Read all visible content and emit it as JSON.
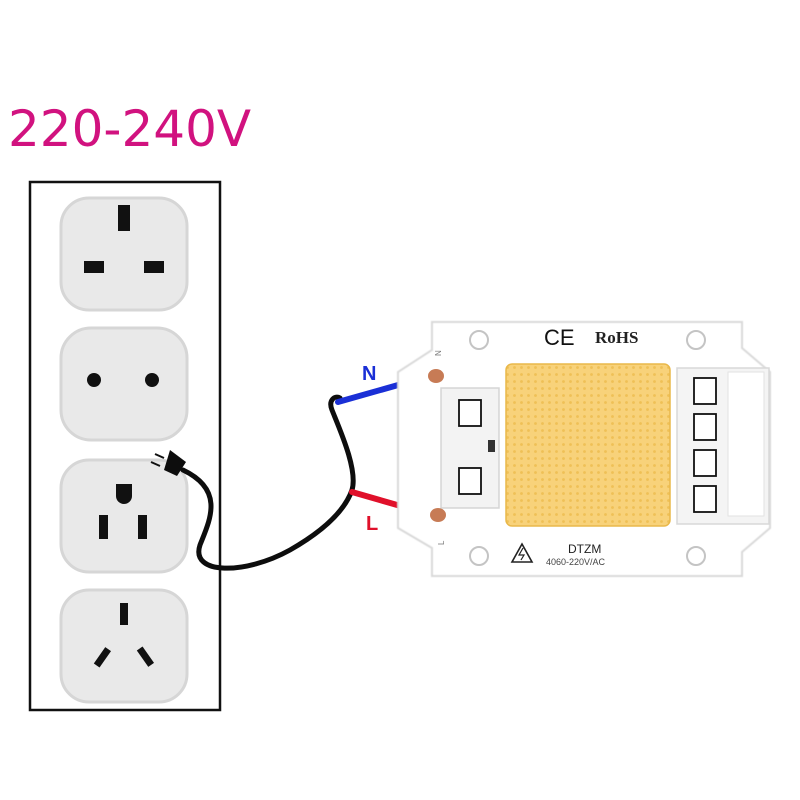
{
  "title": "220-240V",
  "colors": {
    "title": "#d1127f",
    "frame": "#111111",
    "socket_face": "#e9e9e9",
    "socket_edge": "#d2d2d2",
    "wire_neutral": "#1a2fd6",
    "wire_live": "#e0102a",
    "wire_cable": "#0d0d0d",
    "copper": "#c77b55",
    "board": "#ffffff",
    "led_chip": "#f7d071"
  },
  "sockets": [
    {
      "name": "UK (Type G)",
      "icon": "socket-type-g-icon"
    },
    {
      "name": "EU (Type C)",
      "icon": "socket-type-c-icon"
    },
    {
      "name": "US (Type B)",
      "icon": "socket-type-b-icon"
    },
    {
      "name": "AU/CN (Type I)",
      "icon": "socket-type-i-icon"
    }
  ],
  "wires": {
    "neutral_label": "N",
    "live_label": "L"
  },
  "module": {
    "marks": "CE",
    "rohs": "RoHS",
    "pad_n": "N",
    "pad_l": "L",
    "brand": "DTZM",
    "rating": "4060-220V/AC",
    "warning_icon": "high-voltage-warning-icon"
  }
}
